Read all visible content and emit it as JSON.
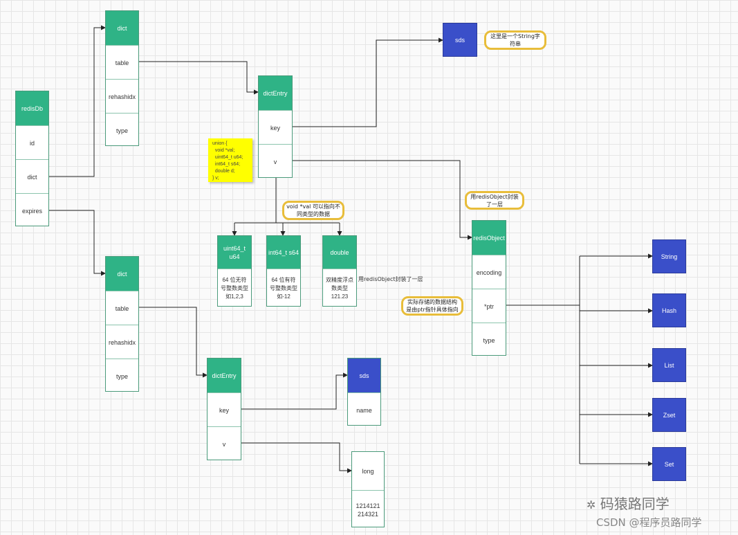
{
  "redisDb": {
    "title": "redisDb",
    "fields": [
      "id",
      "dict",
      "expires"
    ]
  },
  "dict_top": {
    "title": "dict",
    "fields": [
      "table",
      "rehashidx",
      "type"
    ]
  },
  "dict_bottom": {
    "title": "dict",
    "fields": [
      "table",
      "rehashidx",
      "type"
    ]
  },
  "dictEntry_top": {
    "title": "dictEntry",
    "fields": [
      "key",
      "v"
    ]
  },
  "dictEntry_bottom": {
    "title": "dictEntry",
    "fields": [
      "key",
      "v"
    ]
  },
  "sds_top": {
    "label": "sds"
  },
  "sds_top_note": "这里是一个String字符串",
  "sds_bottom": {
    "title": "sds",
    "fields": [
      "name"
    ]
  },
  "long_box": {
    "title": "long",
    "fields": [
      "1214121214321"
    ]
  },
  "union_note": [
    "union {",
    "  void *val;",
    "  uint64_t u64;",
    "  int64_t s64;",
    "  double d;",
    "} v;"
  ],
  "void_note": "void *val 可以指向不同类型的数据",
  "uint64": {
    "title": "uint64_t u64",
    "desc": "64 位无符号整数类型 如1,2,3"
  },
  "int64": {
    "title": "int64_t s64",
    "desc": "64 位有符号整数类型 如-12"
  },
  "double_box": {
    "title": "double",
    "desc": "双精度浮点数类型 121.23"
  },
  "double_side_label": "用redisObject封装了一层",
  "redisObject_note": "用redisObject封装了一层",
  "redisObject": {
    "title": "redisObject",
    "fields": [
      "encoding",
      "*ptr",
      "type"
    ]
  },
  "ptr_note": "实际存储的数据结构是由ptr指针具体指向",
  "types": [
    "String",
    "Hash",
    "List",
    "Zset",
    "Set"
  ],
  "watermark": {
    "wechat": "码猿路同学",
    "csdn": "CSDN @程序员路同学"
  },
  "colors": {
    "header": "#2fb386",
    "blue": "#3a4fc9",
    "note_border": "#e8bd3a",
    "sticky": "#ffff00"
  }
}
